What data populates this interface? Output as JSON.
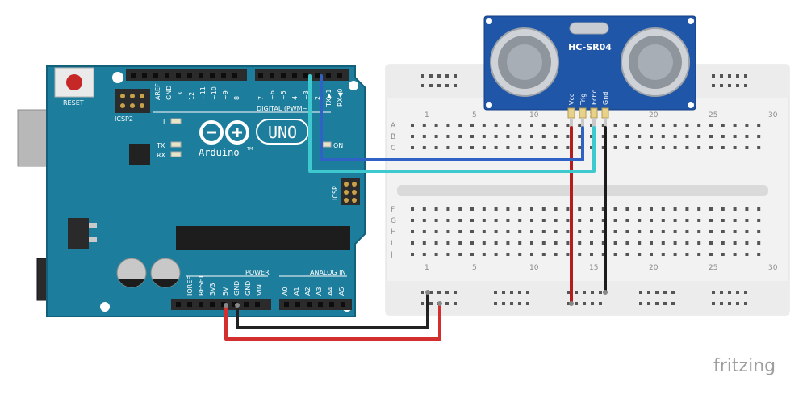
{
  "app": {
    "watermark": "fritzing"
  },
  "arduino": {
    "reset_label": "RESET",
    "icsp2_label": "ICSP2",
    "icsp_label": "ICSP",
    "digital_label": "DIGITAL (PWM~)",
    "power_label": "POWER",
    "analog_label": "ANALOG IN",
    "logo_text": "Arduino",
    "uno_text": "UNO",
    "tm": "TM",
    "led_l": "L",
    "led_tx": "TX",
    "led_rx": "RX",
    "led_on": "ON",
    "top_pins": [
      "AREF",
      "GND",
      "13",
      "12",
      "~11",
      "~10",
      "~9",
      "8"
    ],
    "top_pins_right": [
      "7",
      "~6",
      "~5",
      "4",
      "~3",
      "2",
      "TX▶1",
      "RX◀0"
    ],
    "power_pins": [
      "IOREF",
      "RESET",
      "3V3",
      "5V",
      "GND",
      "GND",
      "VIN"
    ],
    "analog_pins": [
      "A0",
      "A1",
      "A2",
      "A3",
      "A4",
      "A5"
    ]
  },
  "sensor": {
    "model": "HC-SR04",
    "pins": [
      "Vcc",
      "Trig",
      "Echo",
      "Gnd"
    ]
  },
  "breadboard": {
    "rows_top": [
      "A",
      "B",
      "C"
    ],
    "rows_bottom": [
      "F",
      "G",
      "H",
      "I",
      "J"
    ],
    "columns": [
      "1",
      "5",
      "10",
      "15",
      "20",
      "25",
      "30"
    ]
  },
  "colors": {
    "board": "#1c7e9c",
    "board_dark": "#13607a",
    "sensor_board": "#1f56a8",
    "wire_red": "#d32f2f",
    "wire_black": "#222222",
    "wire_blue": "#2f62c4",
    "wire_cyan": "#3ec9cf",
    "breadboard": "#f2f2f2"
  }
}
